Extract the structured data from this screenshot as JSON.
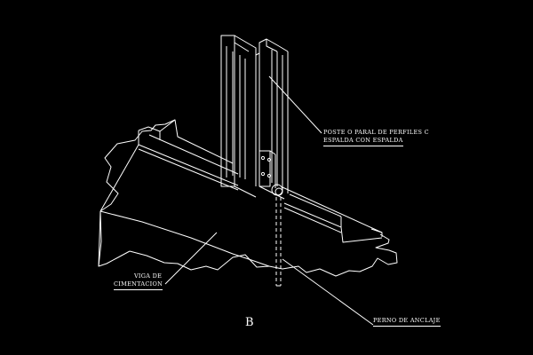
{
  "labels": {
    "poste_line1": "POSTE O PARAL DE PERFILES C",
    "poste_line2": "ESPALDA CON ESPALDA",
    "viga_line1": "VIGA DE",
    "viga_line2": "CIMENTACION",
    "perno": "PERNO DE ANCLAJE",
    "view_letter": "B"
  },
  "colors": {
    "background": "#000000",
    "line": "#ffffff"
  }
}
